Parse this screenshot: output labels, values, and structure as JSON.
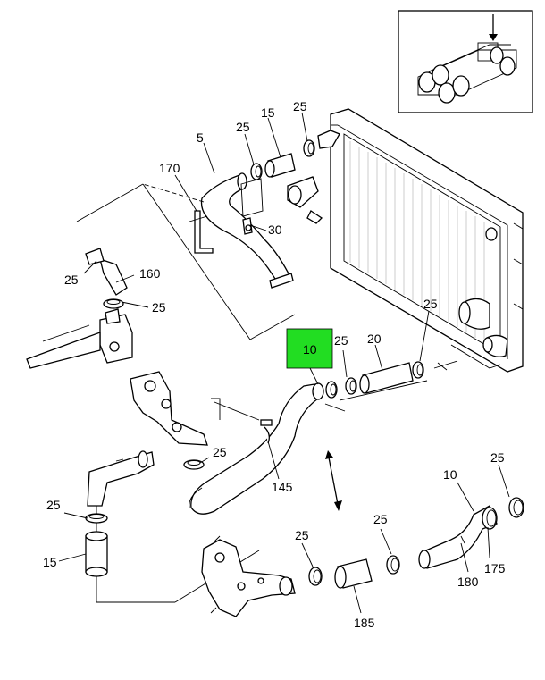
{
  "diagram": {
    "highlight_color": "#22dd22",
    "callouts": {
      "c5": "5",
      "c25_top_a": "25",
      "c15_top": "15",
      "c25_top_b": "25",
      "c170": "170",
      "c30": "30",
      "c25_left_a": "25",
      "c160": "160",
      "c25_left_b": "25",
      "c10_highlight": "10",
      "c25_mid_a": "25",
      "c20": "20",
      "c25_mid_b": "25",
      "c25_mid_c": "25",
      "c145": "145",
      "c25_low_left": "25",
      "c15_low_left": "15",
      "c10_low_right": "10",
      "c25_low_right": "25",
      "c25_low_a": "25",
      "c25_low_b": "25",
      "c175": "175",
      "c180": "180",
      "c185": "185"
    }
  }
}
